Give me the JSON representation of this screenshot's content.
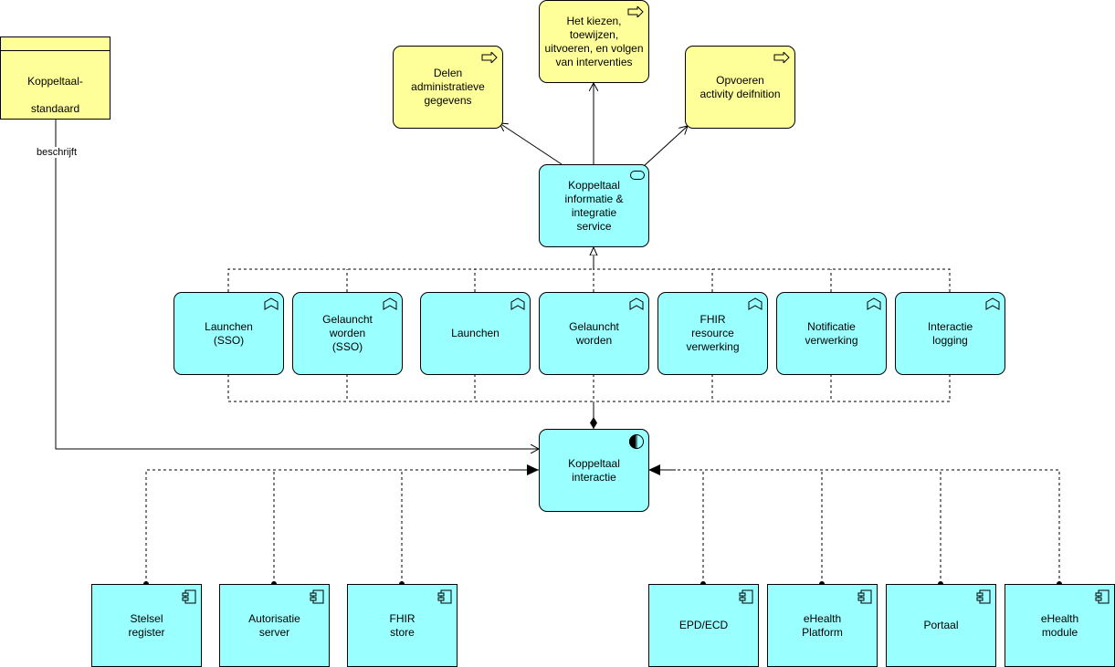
{
  "standard": {
    "line1": "Koppeltaal-",
    "line2": "standaard",
    "relation_label": "beschrijft"
  },
  "goals": [
    {
      "text": "Delen\nadministratieve\ngegevens"
    },
    {
      "text": "Het kiezen, toewijzen,\nuitvoeren, en volgen\nvan interventies"
    },
    {
      "text": "Opvoeren\nactivity deifnition"
    }
  ],
  "service": {
    "text": "Koppeltaal\ninformatie &\nintegratie\nservice"
  },
  "functions": [
    {
      "text": "Launchen\n(SSO)"
    },
    {
      "text": "Gelauncht\nworden\n(SSO)"
    },
    {
      "text": "Launchen"
    },
    {
      "text": "Gelauncht\nworden"
    },
    {
      "text": "FHIR\nresource\nverwerking"
    },
    {
      "text": "Notificatie\nverwerking"
    },
    {
      "text": "Interactie\nlogging"
    }
  ],
  "interaction": {
    "text": "Koppeltaal\ninteractie"
  },
  "components": [
    {
      "text": "Stelsel\nregister"
    },
    {
      "text": "Autorisatie\nserver"
    },
    {
      "text": "FHIR\nstore"
    },
    {
      "text": "EPD/ECD"
    },
    {
      "text": "eHealth\nPlatform"
    },
    {
      "text": "Portaal"
    },
    {
      "text": "eHealth\nmodule"
    }
  ],
  "colors": {
    "motivation": "#ffff99",
    "application": "#99ffff",
    "border": "#000000"
  }
}
